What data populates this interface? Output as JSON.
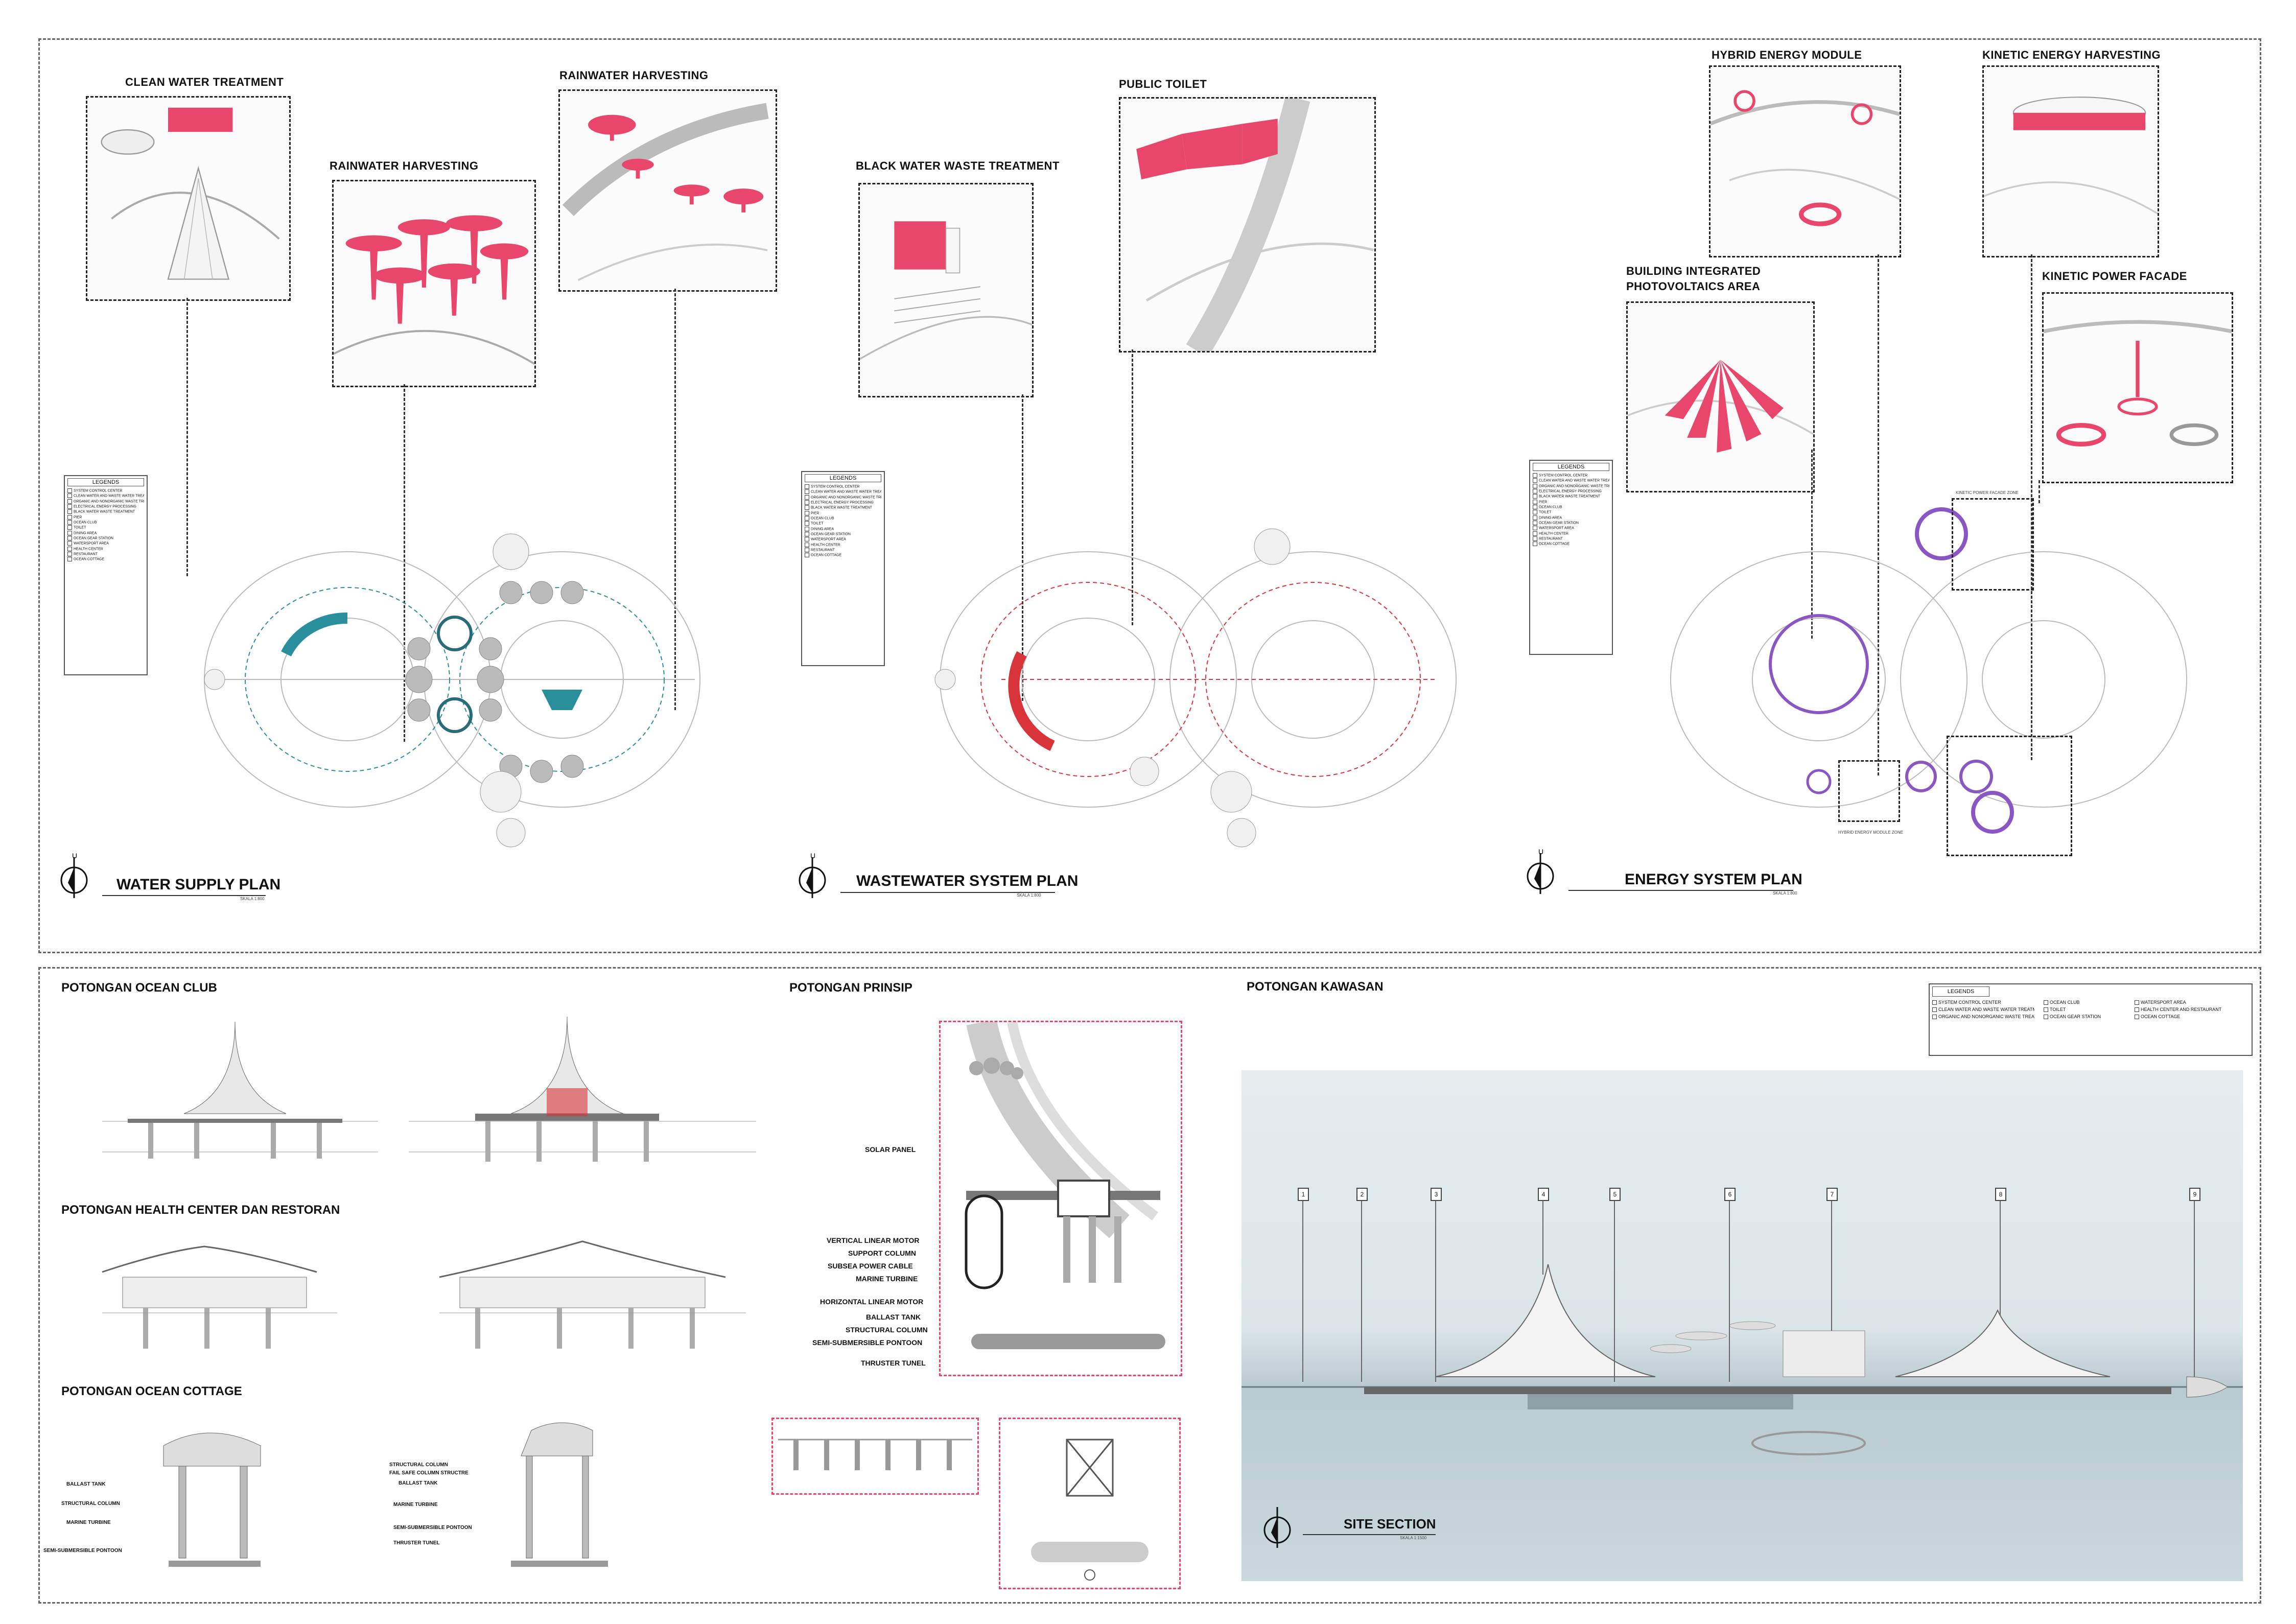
{
  "top": {
    "plans": [
      {
        "title": "WATER SUPPLY PLAN",
        "scale": "SKALA 1:800"
      },
      {
        "title": "WASTEWATER SYSTEM PLAN",
        "scale": "SKALA 1:800"
      },
      {
        "title": "ENERGY SYSTEM PLAN",
        "scale": "SKALA 1:800"
      }
    ],
    "insets": {
      "clean_water": "CLEAN WATER TREATMENT",
      "rain1": "RAINWATER HARVESTING",
      "rain2": "RAINWATER HARVESTING",
      "black_water": "BLACK WATER WASTE TREATMENT",
      "public_toilet": "PUBLIC TOILET",
      "hybrid": "HYBRID ENERGY MODULE",
      "kinetic_harvest": "KINETIC ENERGY HARVESTING",
      "bipv_1": "BUILDING INTEGRATED",
      "bipv_2": "PHOTOVOLTAICS AREA",
      "kinetic_facade": "KINETIC POWER FACADE"
    },
    "legend_title": "LEGENDS",
    "legend_items": [
      "SYSTEM CONTROL CENTER",
      "CLEAN WATER AND WASTE WATER TREATMENT",
      "ORGANIC AND NONORGANIC WASTE TREATMENT",
      "ELECTRICAL ENERGY PROCESSING",
      "BLACK WATER WASTE TREATMENT",
      "PIER",
      "OCEAN CLUB",
      "TOILET",
      "DINING AREA",
      "OCEAN GEAR STATION",
      "WATERSPORT AREA",
      "HEALTH CENTER",
      "RESTAURANT",
      "OCEAN COTTAGE"
    ],
    "zones": {
      "kinetic_zone": "KINETIC POWER FACADE ZONE",
      "hybrid_zone": "HYBRID ENERGY MODULE ZONE"
    }
  },
  "bottom": {
    "sections": {
      "ocean_club": "POTONGAN OCEAN CLUB",
      "health": "POTONGAN HEALTH CENTER DAN RESTORAN",
      "cottage": "POTONGAN OCEAN COTTAGE",
      "prinsip": "POTONGAN PRINSIP",
      "kawasan": "POTONGAN KAWASAN"
    },
    "prinsip_callouts": [
      "SOLAR PANEL",
      "VERTICAL LINEAR MOTOR",
      "SUPPORT COLUMN",
      "SUBSEA POWER CABLE",
      "MARINE TURBINE",
      "HORIZONTAL LINEAR MOTOR",
      "BALLAST TANK",
      "STRUCTURAL COLUMN",
      "SEMI-SUBMERSIBLE PONTOON",
      "THRUSTER TUNEL"
    ],
    "cottage_left": [
      "BALLAST TANK",
      "STRUCTURAL COLUMN",
      "MARINE TURBINE",
      "SEMI-SUBMERSIBLE PONTOON"
    ],
    "cottage_right": [
      "STRUCTURAL COLUMN",
      "FAIL SAFE COLUMN STRUCTRE",
      "BALLAST TANK",
      "MARINE TURBINE",
      "SEMI-SUBMERSIBLE PONTOON",
      "THRUSTER TUNEL"
    ],
    "site_legend_title": "LEGENDS",
    "site_legend": [
      "SYSTEM CONTROL CENTER",
      "CLEAN WATER AND WASTE WATER TREATMENT",
      "ORGANIC AND NONORGANIC WASTE TREATMENT",
      "OCEAN CLUB",
      "TOILET",
      "OCEAN GEAR STATION",
      "WATERSPORT AREA",
      "HEALTH CENTER AND RESTAURANT",
      "OCEAN COTTAGE"
    ],
    "site_title": "SITE SECTION",
    "site_scale": "SKALA 1:1500",
    "site_tags": [
      "1",
      "2",
      "3",
      "4",
      "5",
      "6",
      "7",
      "8",
      "9"
    ]
  },
  "colors": {
    "accent_pink": "#e8476b",
    "accent_teal": "#2a8f9c",
    "accent_red": "#d9343a",
    "accent_purple": "#8a56c4"
  }
}
